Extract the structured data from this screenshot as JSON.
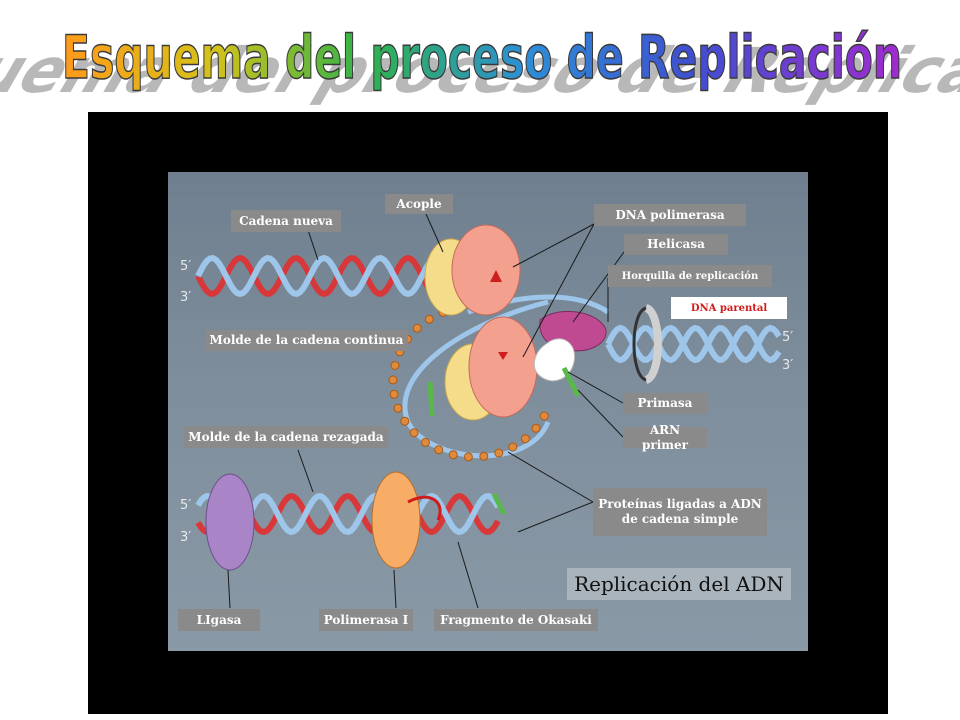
{
  "title": "Esquema del proceso de Replicación",
  "labels": {
    "cadena_nueva": "Cadena nueva",
    "acople": "Acople",
    "dna_polimerasa": "DNA polimerasa",
    "helicasa": "Helicasa",
    "horquilla": "Horquilla de replicación",
    "dna_parental": "DNA parental",
    "molde_continua": "Molde de la cadena continua",
    "primasa": "Primasa",
    "arn_primer": "ARN primer",
    "molde_rezagada": "Molde de la cadena rezagada",
    "proteinas_line1": "Proteínas ligadas a ADN",
    "proteinas_line2": "de cadena simple",
    "ligasa": "LIgasa",
    "polimerasa_i": "Polimerasa I",
    "okasaki": "Fragmento de Okasaki"
  },
  "strand_ends": {
    "top_5": "5′",
    "top_3": "3′",
    "right_5": "5′",
    "right_3": "3′",
    "bottom_5": "5′",
    "bottom_3": "3′"
  },
  "caption": "Replicación del ADN",
  "colors": {
    "strand_red": "#d8383a",
    "strand_blue": "#9ec6ea",
    "polymerase": "#f3a08f",
    "clamp": "#f5dc8a",
    "helicase": "#c04a92",
    "ligase": "#a985c8",
    "polymerase_i": "#f7ad66",
    "ssb": "#e08a3c"
  }
}
